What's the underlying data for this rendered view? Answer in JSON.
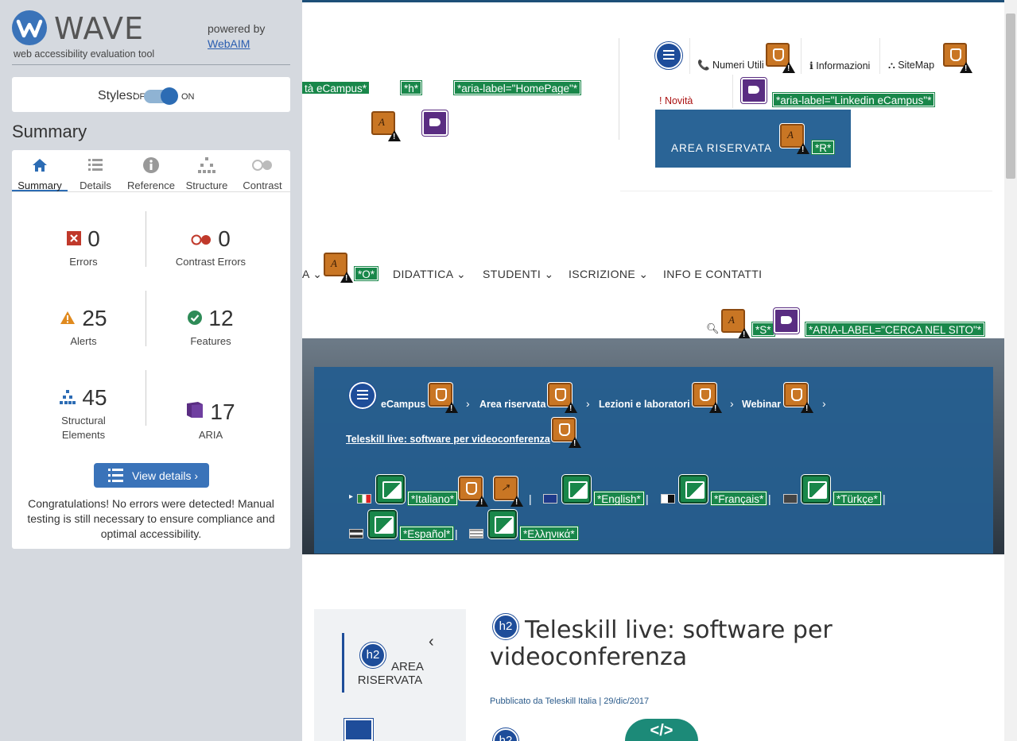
{
  "wave": {
    "title": "WAVE",
    "subtitle": "web accessibility evaluation tool",
    "powered_by": "powered by",
    "webaim": "WebAIM",
    "styles_label": "Styles:",
    "toggle_off": "OFF",
    "toggle_on": "ON",
    "summary_heading": "Summary",
    "tabs": [
      {
        "label": "Summary",
        "icon": "home-icon"
      },
      {
        "label": "Details",
        "icon": "list-icon"
      },
      {
        "label": "Reference",
        "icon": "info-icon"
      },
      {
        "label": "Structure",
        "icon": "sitemap-icon"
      },
      {
        "label": "Contrast",
        "icon": "contrast-icon"
      }
    ],
    "stats": {
      "errors": {
        "count": "0",
        "label": "Errors"
      },
      "contrast": {
        "count": "0",
        "label": "Contrast Errors"
      },
      "alerts": {
        "count": "25",
        "label": "Alerts"
      },
      "features": {
        "count": "12",
        "label": "Features"
      },
      "structural": {
        "count": "45",
        "label_1": "Structural",
        "label_2": "Elements"
      },
      "aria": {
        "count": "17",
        "label": "ARIA"
      }
    },
    "view_details": "View details ›",
    "congrats": "Congratulations! No errors were detected! Manual testing is still necessary to ensure compliance and optimal accessibility.",
    "colors": {
      "brand": "#3a73b9",
      "error": "#c0392b",
      "alert": "#e08a1e",
      "feature": "#2e8b57",
      "aria": "#5a2d82"
    }
  },
  "page": {
    "tags": {
      "ecampus": "tà eCampus*",
      "h": "*h*",
      "homepage": "*aria-label=\"HomePage\"*",
      "linkedin": "*aria-label=\"Linkedin eCampus\"*",
      "r": "*R*",
      "o": "*O*",
      "s": "*S*",
      "cerca": "*ARIA-LABEL=\"CERCA NEL SITO\"*",
      "italiano": "*Italiano*",
      "english": "*English*",
      "francais": "*Français*",
      "turkce": "*Türkçe*",
      "espanol": "*Español*",
      "ellinika": "*Ελληνικά*"
    },
    "toplinks": {
      "numeri": "📞 Numeri Utili",
      "info": "ℹ Informazioni",
      "sitemap": "⛬ SiteMap",
      "novita": "! Novità"
    },
    "area_riservata": "AREA RISERVATA",
    "nav": {
      "a": "A ⌄",
      "didattica": "DIDATTICA ⌄",
      "studenti": "STUDENTI ⌄",
      "iscrizione": "ISCRIZIONE ⌄",
      "info_contatti": "INFO E CONTATTI"
    },
    "breadcrumb": {
      "ecampus": "eCampus",
      "area": "Area riservata",
      "lezioni": "Lezioni e laboratori",
      "webinar": "Webinar",
      "current": "Teleskill live: software per videoconferenza"
    },
    "side_area_1": "AREA",
    "side_area_2": "RISERVATA",
    "h2_badge": "h2",
    "title": "Teleskill live: software per videoconferenza",
    "published": "Pubblicato da Teleskill Italia | 29/dic/2017",
    "code_badge": "</>"
  }
}
